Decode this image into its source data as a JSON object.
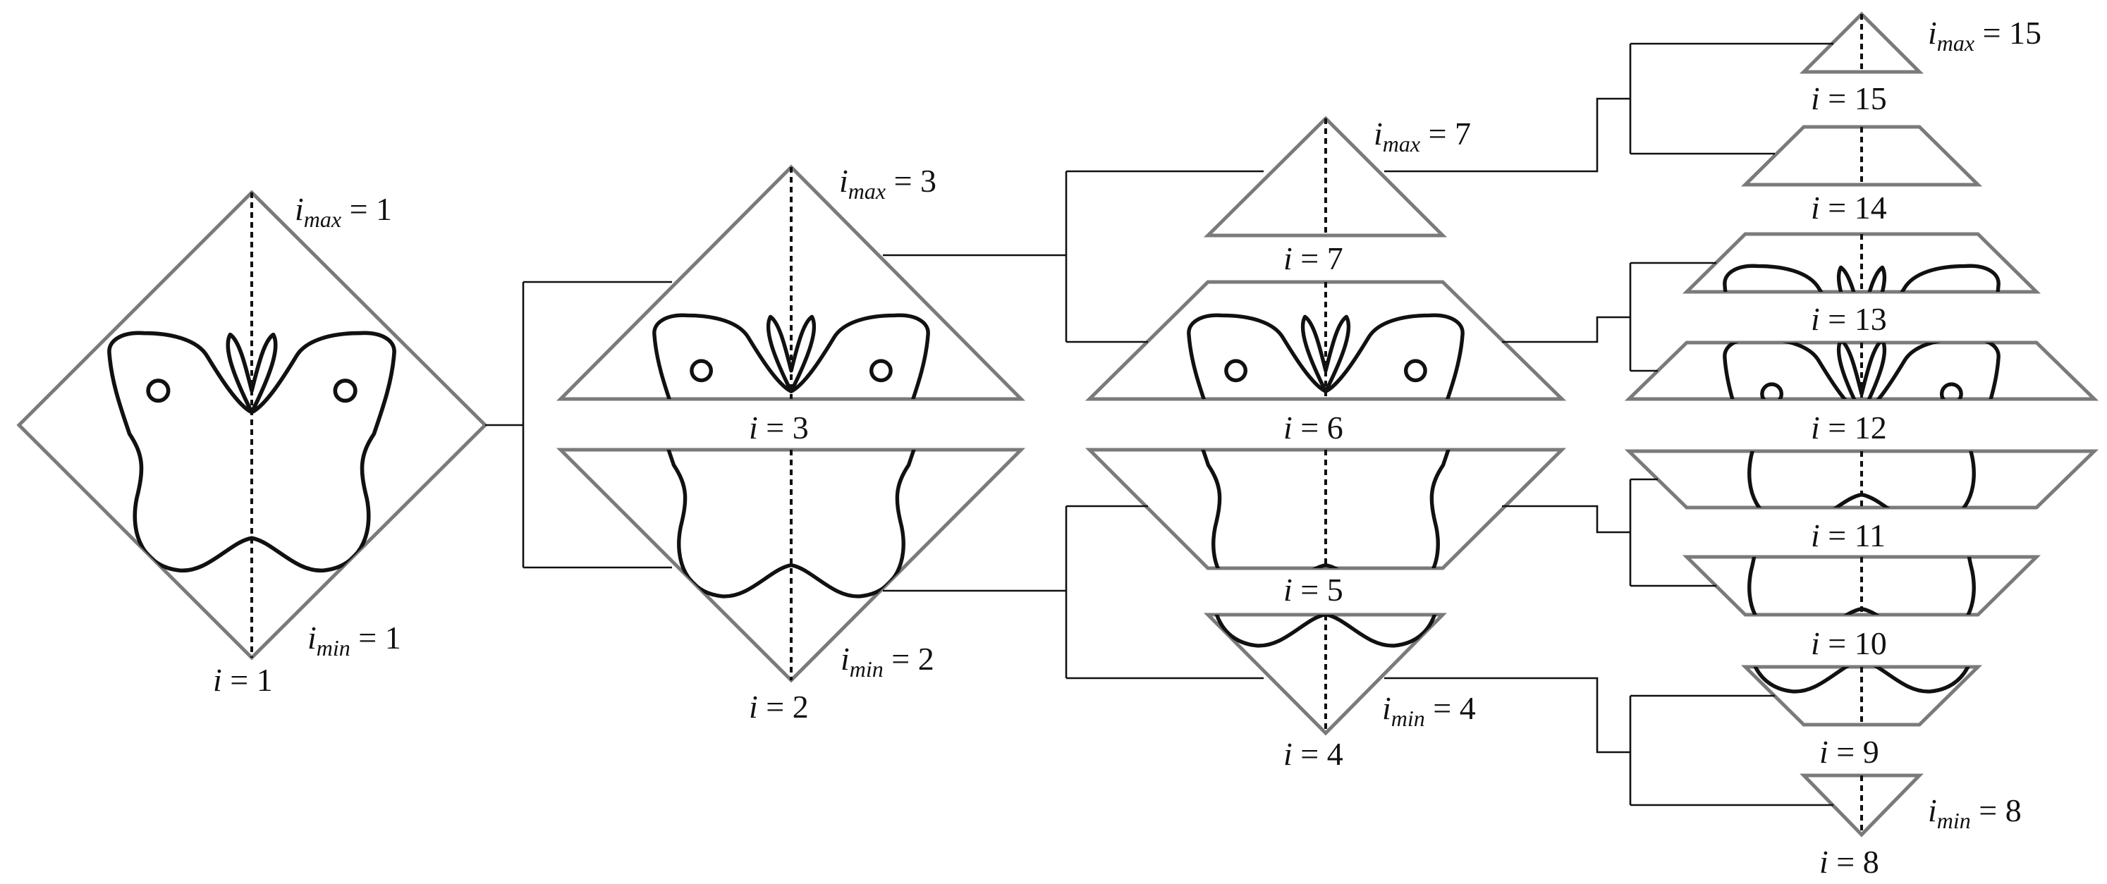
{
  "labels": {
    "imax_1": {
      "var": "i",
      "sub": "max",
      "eq": " = 1"
    },
    "imin_1": {
      "var": "i",
      "sub": "min",
      "eq": " = 1"
    },
    "i_1": {
      "var": "i",
      "eq": " = 1"
    },
    "imax_3": {
      "var": "i",
      "sub": "max",
      "eq": " = 3"
    },
    "imin_2": {
      "var": "i",
      "sub": "min",
      "eq": " = 2"
    },
    "i_3": {
      "var": "i",
      "eq": " = 3"
    },
    "i_2": {
      "var": "i",
      "eq": " = 2"
    },
    "imax_7": {
      "var": "i",
      "sub": "max",
      "eq": " = 7"
    },
    "imin_4": {
      "var": "i",
      "sub": "min",
      "eq": " = 4"
    },
    "i_7": {
      "var": "i",
      "eq": " = 7"
    },
    "i_6": {
      "var": "i",
      "eq": " = 6"
    },
    "i_5": {
      "var": "i",
      "eq": " = 5"
    },
    "i_4": {
      "var": "i",
      "eq": " = 4"
    },
    "imax_15": {
      "var": "i",
      "sub": "max",
      "eq": " = 15"
    },
    "imin_8": {
      "var": "i",
      "sub": "min",
      "eq": " = 8"
    },
    "i_15": {
      "var": "i",
      "eq": " = 15"
    },
    "i_14": {
      "var": "i",
      "eq": " = 14"
    },
    "i_13": {
      "var": "i",
      "eq": " = 13"
    },
    "i_12": {
      "var": "i",
      "eq": " = 12"
    },
    "i_11": {
      "var": "i",
      "eq": " = 11"
    },
    "i_10": {
      "var": "i",
      "eq": " = 10"
    },
    "i_9": {
      "var": "i",
      "eq": " = 9"
    },
    "i_8": {
      "var": "i",
      "eq": " = 8"
    }
  },
  "colors": {
    "outline": "#7a7a7a",
    "ink": "#111111",
    "background": "#ffffff"
  }
}
